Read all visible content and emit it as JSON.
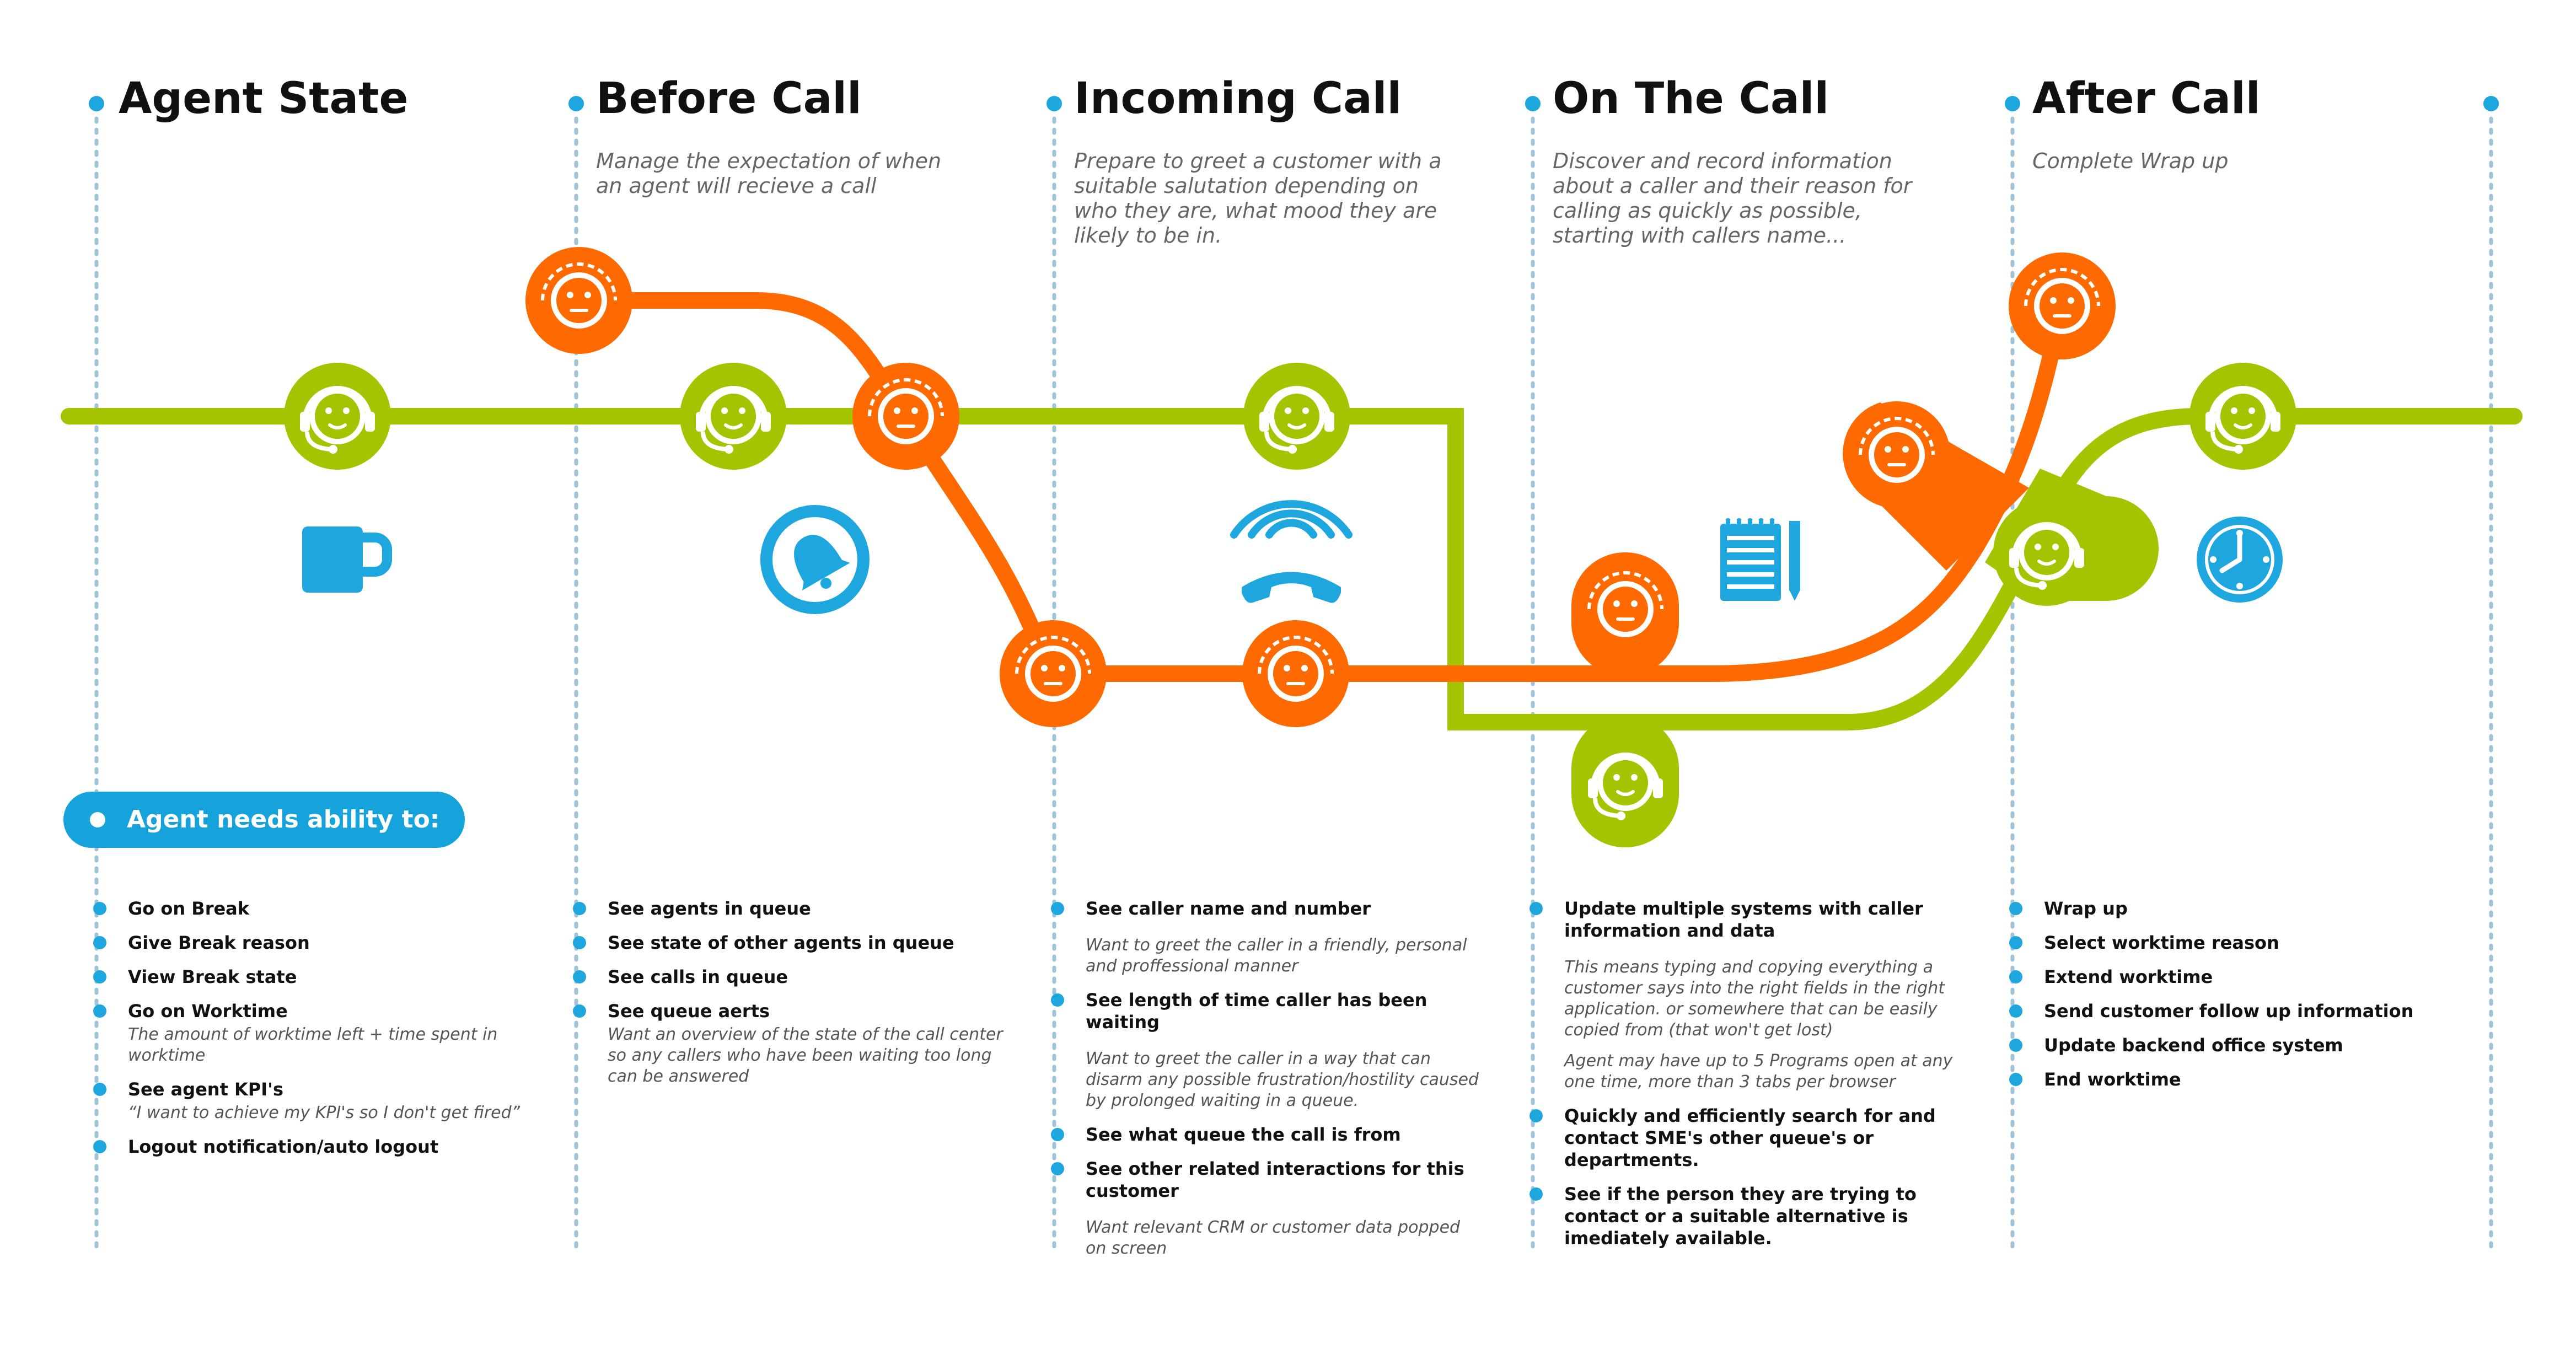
{
  "colors": {
    "green": "#a5c400",
    "orange": "#ff6a00",
    "blue": "#1ea6de",
    "divider": "#9fc3d8"
  },
  "stages": [
    {
      "title": "Agent State",
      "subtitle": ""
    },
    {
      "title": "Before Call",
      "subtitle": "Manage the expectation of when an agent will recieve a call"
    },
    {
      "title": "Incoming Call",
      "subtitle": "Prepare to greet a customer with a suitable salutation depending on who they are, what mood they are likely to be in."
    },
    {
      "title": "On The Call",
      "subtitle": "Discover and record information about a caller and their reason for calling as quickly as possible, starting with callers name..."
    },
    {
      "title": "After Call",
      "subtitle": "Complete Wrap up"
    }
  ],
  "banner": {
    "label": "Agent needs ability to:"
  },
  "columns": [
    {
      "items": [
        {
          "label": "Go on Break"
        },
        {
          "label": "Give Break reason"
        },
        {
          "label": "View Break state"
        },
        {
          "label": "Go on Worktime",
          "note": "The amount of worktime left + time spent in worktime"
        },
        {
          "label": "See agent KPI's",
          "note": "“I want to achieve my KPI's so I don't get fired”"
        },
        {
          "label": "Logout notification/auto logout"
        }
      ]
    },
    {
      "items": [
        {
          "label": "See agents in queue"
        },
        {
          "label": "See state of other agents in queue"
        },
        {
          "label": "See calls in queue"
        },
        {
          "label": "See queue aerts",
          "note": "Want an overview of the state of the call center so any callers who have been waiting too long can be answered"
        }
      ]
    },
    {
      "items": [
        {
          "label": "See caller name and number",
          "note": "Want to greet the caller in a friendly, personal and proffessional manner"
        },
        {
          "label": "See length of time caller has been waiting",
          "note": "Want to greet the caller in a way that can disarm any possible frustration/hostility caused by prolonged waiting in a queue."
        },
        {
          "label": "See what queue the call is from"
        },
        {
          "label": "See other related interactions for this customer",
          "note": "Want relevant CRM or customer data popped on screen"
        }
      ]
    },
    {
      "items": [
        {
          "label": "Update multiple systems with caller information and data",
          "note": "This means typing and copying everything a customer says into the right fields in the right application. or somewhere that can be easily copied from (that won't get lost)"
        },
        {
          "note": "Agent may have up to 5 Programs open at any one time, more than 3 tabs per browser"
        },
        {
          "label": "Quickly and efficiently search for and contact SME's other queue's or departments."
        },
        {
          "label": "See if the person they are trying to contact or a suitable alternative is imediately available."
        }
      ]
    },
    {
      "items": [
        {
          "label": "Wrap up"
        },
        {
          "label": "Select worktime reason"
        },
        {
          "label": "Extend worktime"
        },
        {
          "label": "Send customer follow up information"
        },
        {
          "label": "Update backend office system"
        },
        {
          "label": "End worktime"
        }
      ]
    }
  ],
  "journey": {
    "agent_line": [
      "agent-1",
      "agent-2",
      "agent-3",
      "agent-4",
      "agent-5",
      "agent-6"
    ],
    "customer_line": [
      "customer-1",
      "customer-2",
      "customer-3",
      "customer-4",
      "customer-5",
      "customer-6",
      "customer-7"
    ],
    "stage_icons": [
      "coffee-mug-icon",
      "bell-icon",
      "ringing-phone-icon",
      "notepad-pencil-icon",
      "clock-icon"
    ]
  }
}
